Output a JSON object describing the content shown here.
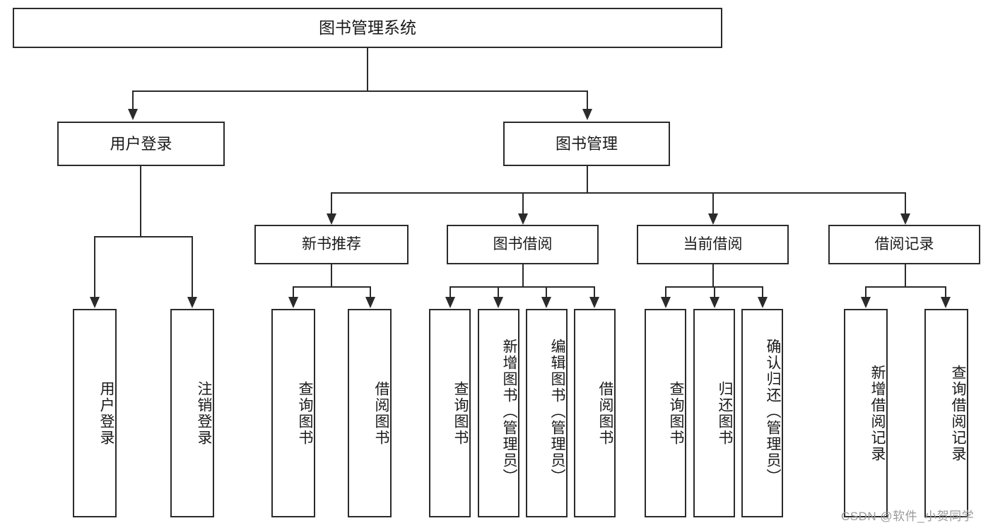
{
  "diagram": {
    "type": "tree",
    "title": "图书管理系统",
    "orientation": "top-down",
    "colors": {
      "box_border": "#2b2b2b",
      "box_fill": "#ffffff",
      "connector": "#2b2b2b",
      "text": "#1a1a1a",
      "watermark": "#9a9a9a",
      "background": "#ffffff"
    }
  },
  "root": {
    "label": "图书管理系统"
  },
  "level1": [
    {
      "label": "用户登录"
    },
    {
      "label": "图书管理"
    }
  ],
  "level2": [
    {
      "label": "新书推荐"
    },
    {
      "label": "图书借阅"
    },
    {
      "label": "当前借阅"
    },
    {
      "label": "借阅记录"
    }
  ],
  "leaves": {
    "user_login": [
      {
        "label": "用户登录"
      },
      {
        "label": "注销登录"
      }
    ],
    "new_book_recommend": [
      {
        "label": "查询图书"
      },
      {
        "label": "借阅图书"
      }
    ],
    "book_borrow": [
      {
        "label": "查询图书"
      },
      {
        "label": "新增图书（管理员）"
      },
      {
        "label": "编辑图书（管理员）"
      },
      {
        "label": "借阅图书"
      }
    ],
    "current_borrow": [
      {
        "label": "查询图书"
      },
      {
        "label": "归还图书"
      },
      {
        "label": "确认归还（管理员）"
      }
    ],
    "borrow_record": [
      {
        "label": "新增借阅记录"
      },
      {
        "label": "查询借阅记录"
      }
    ]
  },
  "watermark": {
    "text": "CSDN @软件_小贺同学"
  }
}
